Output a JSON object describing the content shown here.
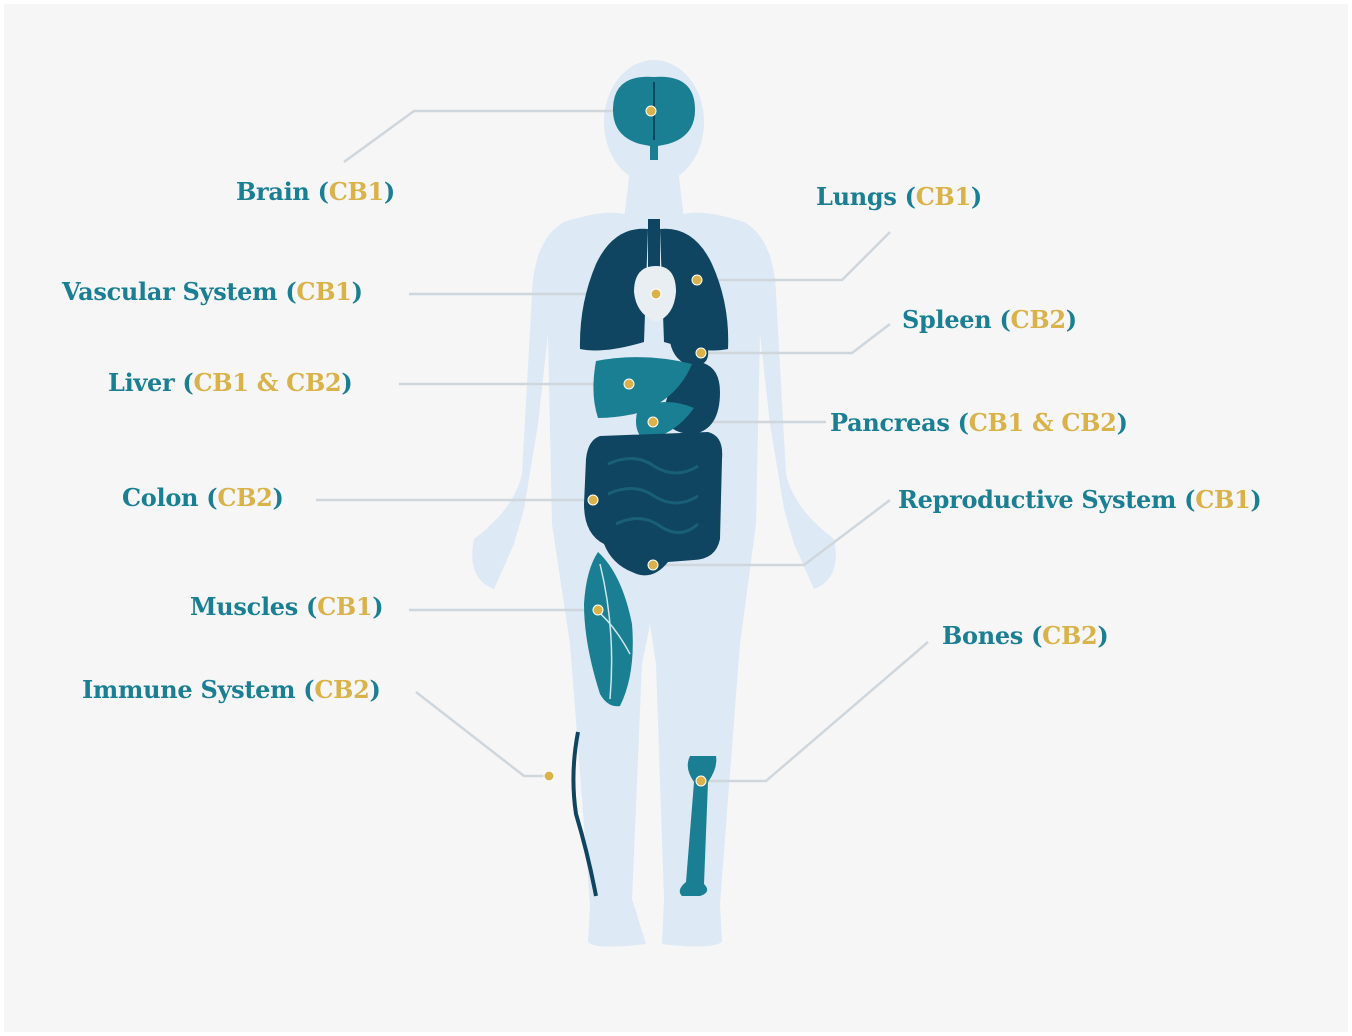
{
  "colors": {
    "background": "#f6f6f7",
    "silhouette": "#dde9f4",
    "organ_dark": "#0f4560",
    "organ_teal": "#1a7f92",
    "name_text": "#1a7f92",
    "receptor_text": "#d9b24a",
    "marker": "#d9b24a",
    "leader_line": "#cfd6dc"
  },
  "labels": [
    {
      "id": "brain",
      "name": "Brain",
      "receptor": "CB1"
    },
    {
      "id": "vascular",
      "name": "Vascular System",
      "receptor": "CB1"
    },
    {
      "id": "liver",
      "name": "Liver",
      "receptor": "CB1 & CB2"
    },
    {
      "id": "colon",
      "name": "Colon",
      "receptor": "CB2"
    },
    {
      "id": "muscles",
      "name": "Muscles",
      "receptor": "CB1"
    },
    {
      "id": "immune",
      "name": "Immune System",
      "receptor": "CB2"
    },
    {
      "id": "lungs",
      "name": "Lungs",
      "receptor": "CB1"
    },
    {
      "id": "spleen",
      "name": "Spleen",
      "receptor": "CB2"
    },
    {
      "id": "pancreas",
      "name": "Pancreas",
      "receptor": "CB1 & CB2"
    },
    {
      "id": "reproductive",
      "name": "Reproductive System",
      "receptor": "CB1"
    },
    {
      "id": "bones",
      "name": "Bones",
      "receptor": "CB2"
    }
  ]
}
